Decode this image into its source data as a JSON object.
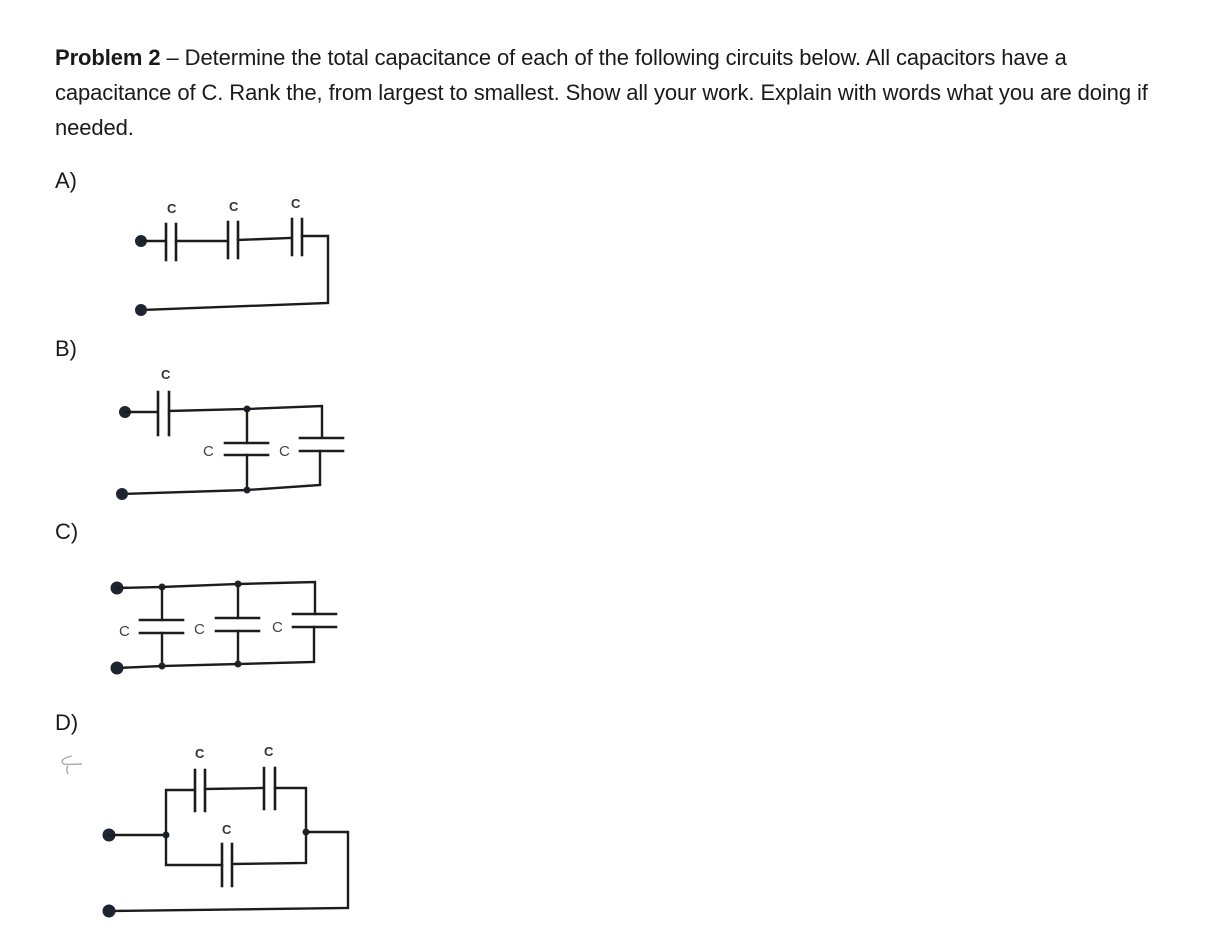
{
  "problem": {
    "heading": "Problem 2",
    "dash": " – ",
    "text": "Determine the total capacitance of each of the following circuits below. All capacitors have a capacitance of C. Rank the, from largest to smallest. Show all your work. Explain with words what you are doing if needed."
  },
  "circuits": [
    {
      "label": "A)",
      "description": "Three capacitors C in series between two terminals",
      "capacitors": [
        "C",
        "C",
        "C"
      ]
    },
    {
      "label": "B)",
      "description": "One capacitor C in series with two parallel capacitors C",
      "capacitors": [
        "C",
        "C",
        "C"
      ]
    },
    {
      "label": "C)",
      "description": "Three capacitors C in parallel",
      "capacitors": [
        "C",
        "C",
        "C"
      ]
    },
    {
      "label": "D)",
      "description": "Two series capacitors C in parallel with one capacitor C",
      "capacitors": [
        "C",
        "C",
        "C"
      ]
    }
  ]
}
